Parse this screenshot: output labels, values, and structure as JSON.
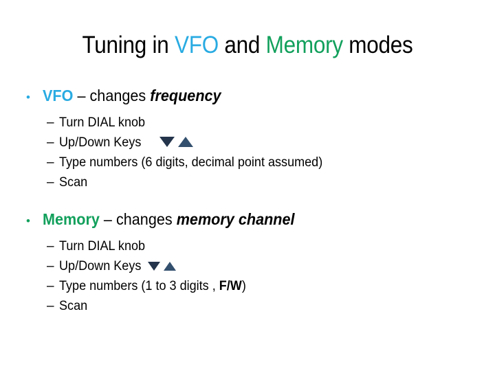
{
  "slide": {
    "title": {
      "prefix": "Tuning in ",
      "kw1": "VFO",
      "middle": " and ",
      "kw2": "Memory",
      "suffix": " modes",
      "kw1_color": "#29ABE2",
      "kw2_color": "#12A05C"
    },
    "bullets": [
      {
        "bullet_glyph": "•",
        "bullet_color": "#29ABE2",
        "keyword": "VFO",
        "keyword_color": "#29ABE2",
        "separator": " – ",
        "body": "changes ",
        "emphasis": "frequency",
        "sub_items": [
          {
            "dash": "–",
            "text": "Turn DIAL knob",
            "icons": []
          },
          {
            "dash": "–",
            "text": "Up/Down Keys",
            "icons": [
              "triangle-down-icon",
              "triangle-up-icon"
            ],
            "icon_spacing": "wide"
          },
          {
            "dash": "–",
            "text": "Type numbers (6 digits, decimal point assumed)",
            "icons": []
          },
          {
            "dash": "–",
            "text": "Scan",
            "icons": []
          }
        ]
      },
      {
        "bullet_glyph": "•",
        "bullet_color": "#12A05C",
        "keyword": "Memory",
        "keyword_color": "#12A05C",
        "separator": " – ",
        "body": "changes ",
        "emphasis": "memory channel",
        "sub_items": [
          {
            "dash": "–",
            "text": "Turn DIAL knob",
            "icons": []
          },
          {
            "dash": "–",
            "text": "Up/Down Keys",
            "icons": [
              "triangle-down-icon",
              "triangle-up-icon"
            ],
            "icon_spacing": "tight"
          },
          {
            "dash": "–",
            "text_pre": "Type numbers (1 to 3 digits , ",
            "text_bold": "F/W",
            "text_post": ")",
            "icons": []
          },
          {
            "dash": "–",
            "text": "Scan",
            "icons": []
          }
        ]
      }
    ],
    "icon_colors": {
      "triangle_down": "#23344B",
      "triangle_up": "#33506E"
    }
  }
}
